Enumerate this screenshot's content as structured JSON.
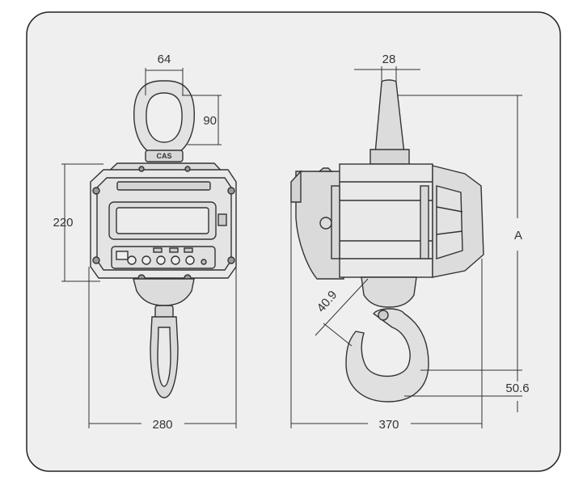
{
  "dimensions": {
    "front_eye_width": "64",
    "front_eye_height": "90",
    "front_body_height": "220",
    "front_total_width": "280",
    "side_eye_thickness": "28",
    "side_total_height": "A",
    "side_hook_opening": "40.9",
    "side_hook_bottom": "50.6",
    "side_total_width": "370"
  },
  "logo": {
    "text": "CAS"
  },
  "colors": {
    "frame_bg": "#efefef",
    "frame_border": "#222222",
    "body_fill": "#e9e9e9",
    "line": "#333333"
  },
  "icons": [
    "front-view-drawing",
    "side-view-drawing",
    "hook-icon",
    "eye-bolt-icon"
  ]
}
